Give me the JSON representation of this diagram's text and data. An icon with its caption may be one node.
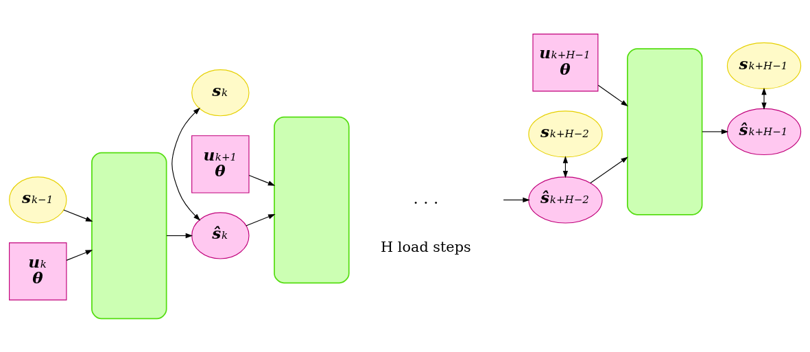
{
  "diagram": {
    "nodes": [
      {
        "text": [
          "s$_{k}$"
        ]
      },
      {
        "text": [
          "s$_{k+H−2}$"
        ]
      },
      {
        "text": [
          "s$_{k+H−1}$"
        ]
      },
      {
        "text": [
          "s$_{k−1}$"
        ]
      },
      {
        "text": [],
        "shape": "box"
      },
      {
        "text": [
          "ŝ$_{k}$"
        ]
      },
      {
        "text": [],
        "shape": "box"
      },
      {
        "text": [
          "ŝ$_{k+H−2}$"
        ]
      },
      {
        "text": [],
        "shape": "box"
      },
      {
        "text": [
          "ŝ$_{k+H−1}$"
        ]
      },
      {
        "text": [
          "u$_{k}$",
          "θ"
        ]
      },
      {
        "text": [
          "u$_{k+1}$",
          "θ"
        ]
      },
      {
        "text": [
          "u$_{k+H−1}$",
          "θ"
        ]
      }
    ],
    "edges": [
      {
        "from": 3,
        "to": 4,
        "arrow": "to"
      },
      {
        "from": 10,
        "to": 4,
        "arrow": "to"
      },
      {
        "from": 4,
        "to": 5,
        "arrow": "to"
      },
      {
        "from": 5,
        "to": 0,
        "arrow": "both"
      },
      {
        "from": 5,
        "to": 6,
        "arrow": "to"
      },
      {
        "from": 11,
        "to": 6,
        "arrow": "to"
      },
      {
        "from": null,
        "to": 7,
        "arrow": "to"
      },
      {
        "from": 7,
        "to": 1,
        "arrow": "both"
      },
      {
        "from": 7,
        "to": 8,
        "arrow": "to"
      },
      {
        "from": 12,
        "to": 8,
        "arrow": "to"
      },
      {
        "from": 8,
        "to": 9,
        "arrow": "to"
      },
      {
        "from": 9,
        "to": 2,
        "arrow": "both"
      }
    ],
    "labels": [
      ". . .",
      "H load steps"
    ]
  }
}
